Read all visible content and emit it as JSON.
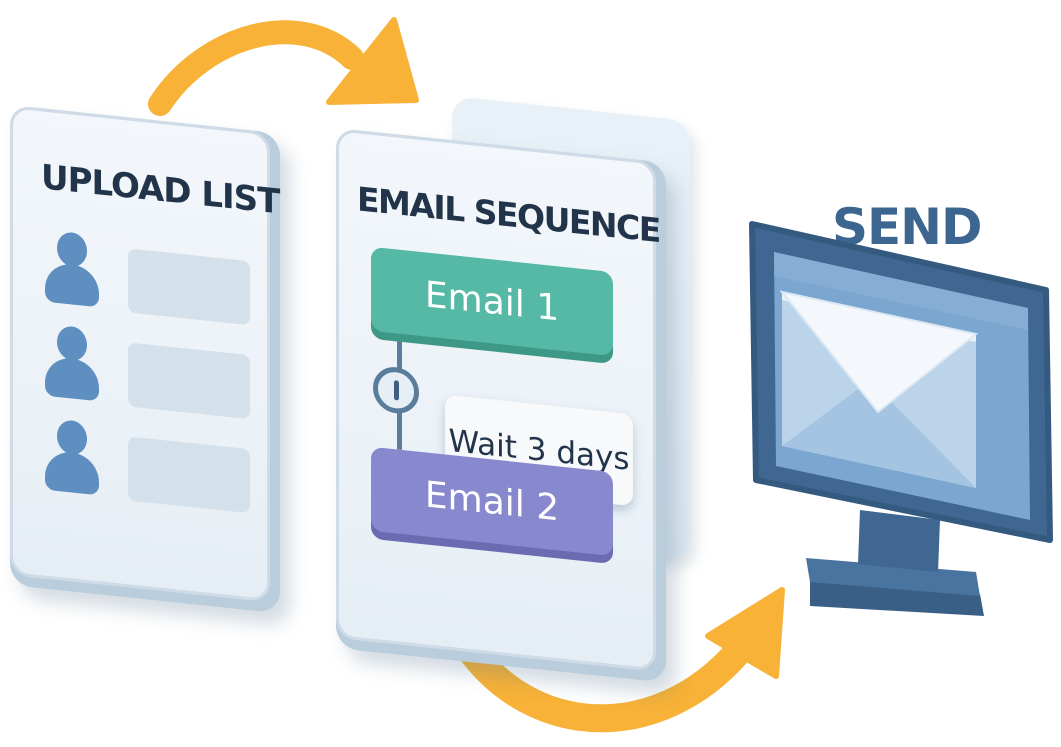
{
  "upload": {
    "title": "UPLOAD LIST",
    "rows": [
      {
        "icon": "person-icon"
      },
      {
        "icon": "person-icon"
      },
      {
        "icon": "person-icon"
      }
    ]
  },
  "sequence": {
    "title": "EMAIL SEQUENCE",
    "email_1": "Email 1",
    "wait": "Wait 3 days",
    "email_2": "Email 2",
    "icons": {
      "wait": "clock-icon"
    }
  },
  "send": {
    "title": "SEND",
    "icons": {
      "screen": "monitor-icon",
      "message": "envelope-icon"
    }
  },
  "colors": {
    "arrow": "#f7b237",
    "email_1": "#55b9a5",
    "email_2": "#8888cf",
    "heading": "#22344a",
    "send_heading": "#3c6590",
    "person": "#5e8fc0",
    "monitor": "#3f6791"
  }
}
